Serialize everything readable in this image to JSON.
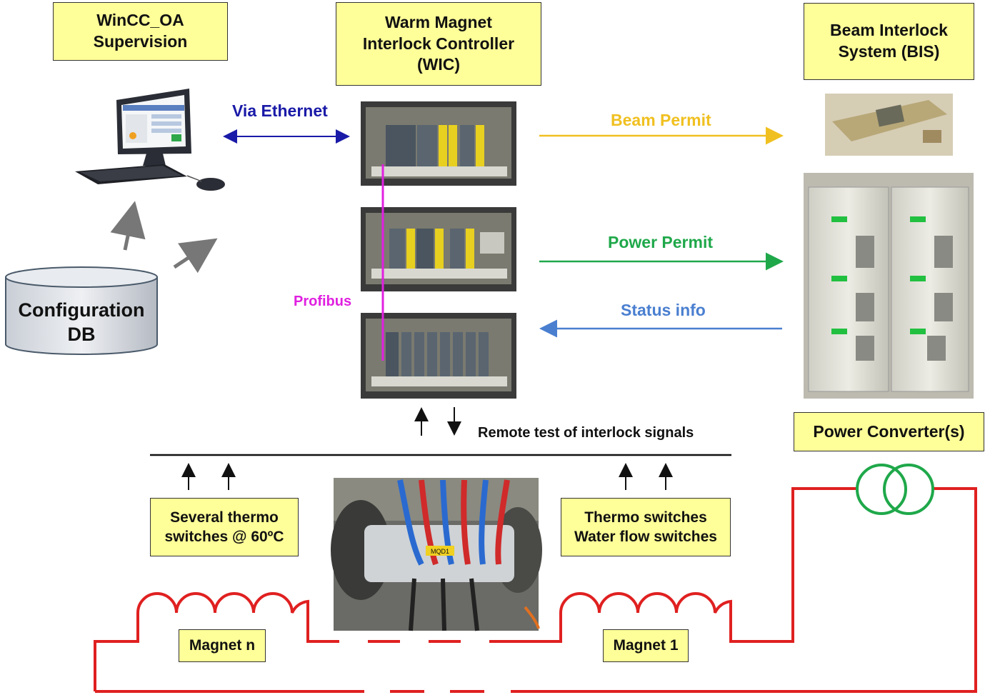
{
  "boxes": {
    "wincc": {
      "line1": "WinCC_OA",
      "line2": "Supervision"
    },
    "wic": {
      "line1": "Warm Magnet",
      "line2": "Interlock Controller",
      "line3": "(WIC)"
    },
    "bis": {
      "line1": "Beam Interlock",
      "line2": "System  (BIS)"
    },
    "power_converter": "Power Converter(s)",
    "thermo_left": {
      "line1": "Several thermo",
      "line2": "switches @ 60ºC"
    },
    "thermo_right": {
      "line1": "Thermo switches",
      "line2": "Water flow switches"
    },
    "magnet_n": "Magnet n",
    "magnet_1": "Magnet 1"
  },
  "database": {
    "line1": "Configuration",
    "line2": "DB"
  },
  "labels": {
    "via_ethernet": "Via Ethernet",
    "beam_permit": "Beam Permit",
    "power_permit": "Power Permit",
    "status_info": "Status info",
    "profibus": "Profibus",
    "remote_test": "Remote test of interlock signals",
    "mqd_tag": "MQD1"
  },
  "colors": {
    "ethernet": "#1a1aa8",
    "beam_permit": "#f0c020",
    "power_permit": "#1fa84a",
    "status_info": "#4a7fd0",
    "profibus": "#e020e0",
    "circuit": "#e02020",
    "transformer": "#1fa84a",
    "box_fill": "#ffff99"
  },
  "icons": {
    "computer": "computer-workstation-icon",
    "database": "database-cylinder-icon",
    "plc_rack": "plc-rack-photo",
    "bis_module": "bis-module-photo",
    "power_cabinet": "power-converter-cabinet-photo",
    "magnet": "magnet-photo",
    "transformer": "transformer-symbol-icon"
  }
}
